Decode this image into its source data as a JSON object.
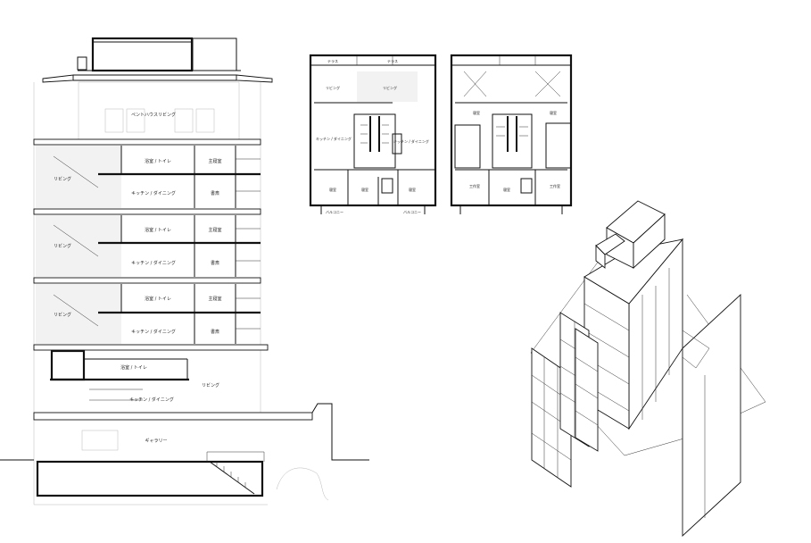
{
  "section": {
    "penthouse_living": "ペントハウスリビング",
    "bath_toilet": "浴室 / トイレ",
    "master_bedroom": "主寝室",
    "living": "リビング",
    "kitchen_dining": "キッチン / ダイニング",
    "study": "書斎",
    "gallery": "ギャラリー"
  },
  "plans": {
    "terrace": "テラス",
    "living": "リビング",
    "kitchen_dining": "キッチン / ダイニング",
    "bedroom": "寝室",
    "balcony": "バルコニー",
    "studio": "工作室"
  }
}
